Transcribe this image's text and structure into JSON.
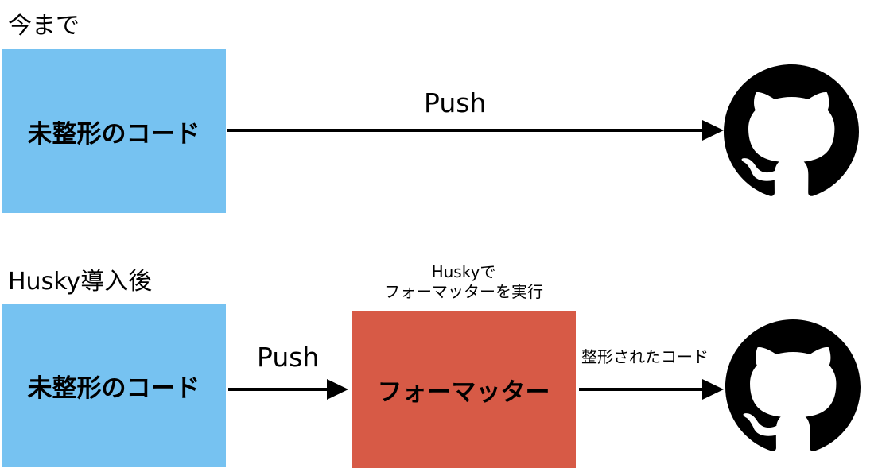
{
  "before": {
    "title": "今まで",
    "source_box": "未整形のコード",
    "arrow_label": "Push",
    "target_icon": "github-icon"
  },
  "after": {
    "title": "Husky導入後",
    "source_box": "未整形のコード",
    "push_label": "Push",
    "formatter_caption_line1": "Huskyで",
    "formatter_caption_line2": "フォーマッターを実行",
    "formatter_box": "フォーマッター",
    "output_label": "整形されたコード",
    "target_icon": "github-icon"
  },
  "colors": {
    "unformatted_box": "#76c2f1",
    "formatter_box": "#d75a46",
    "arrow": "#000000",
    "icon": "#000000"
  }
}
